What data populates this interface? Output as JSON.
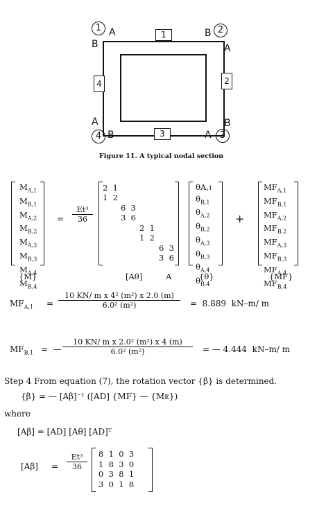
{
  "figure": {
    "circles": [
      "1",
      "2",
      "3",
      "4"
    ],
    "tabs": [
      "1",
      "2",
      "3",
      "4"
    ],
    "letters": {
      "top_left": "A",
      "top_right": "B",
      "left_upper": "B",
      "right_upper": "A",
      "left_lower": "A",
      "right_lower": "B",
      "bottom_left": "B",
      "bottom_right": "A"
    },
    "caption": "Figure 11.  A typical nodal section"
  },
  "eq1": {
    "m_vector": [
      "M",
      "M",
      "M",
      "M",
      "M",
      "M",
      "M",
      "M"
    ],
    "m_subs": [
      "A,1",
      "B,1",
      "A,2",
      "B,2",
      "A,3",
      "B,3",
      "A,4",
      "B,4"
    ],
    "m_label": "{M}",
    "eq": "=",
    "coef_num": "Et³",
    "coef_den": "36",
    "a_rows": [
      "2  1",
      "1  2",
      "6  3",
      "3  6",
      "2  1",
      "1  2",
      "6  3",
      "3  6"
    ],
    "a_label": "[Aθ]",
    "a_label2": "A",
    "theta_vector": [
      "θA,",
      "θ",
      "θ",
      "θ",
      "θ",
      "θ",
      "θ",
      "θ"
    ],
    "theta_subs": [
      "1",
      "B,1",
      "A,2",
      "B,2",
      "A,3",
      "B,3",
      "A,4",
      "B,4"
    ],
    "theta_label": "{θ}",
    "plus": "+",
    "mf_vector": [
      "MF",
      "MF",
      "MF",
      "MF",
      "MF",
      "MF",
      "MF",
      "MF"
    ],
    "mf_subs": [
      "A,1",
      "B,1",
      "A,2",
      "B,2",
      "A,3",
      "B,3",
      "A,4",
      "B,4"
    ],
    "mf_label": "{MF}"
  },
  "mfa": {
    "lhs": "MF",
    "lhs_sub": "A,1",
    "eq": "=",
    "num": "10 KN/ m x 4² (m²) x 2.0 (m)",
    "den": "6.0² (m²)",
    "result": "=  8.889  kN–m/ m"
  },
  "mfb": {
    "lhs": "MF",
    "lhs_sub": "B,1",
    "eq": "=  —",
    "num": "10 KN/ m x 2.0² (m²) x 4 (m)",
    "den": "6.0² (m²)",
    "result": "= — 4.444  kN–m/ m"
  },
  "step4": {
    "text": "Step 4 From equation (7), the rotation vector {β} is determined.",
    "eq": "{β} = — [Aβ]⁻¹ ([AD] {MF} — {Mᴇ})",
    "where": "where",
    "abeta": "[Aβ] = [AD] [Aθ] [AD]ᵀ"
  },
  "final": {
    "lhs": "[Aβ]",
    "eq": "=",
    "coef_num": "Et³",
    "coef_den": "36",
    "rows": [
      "8  1  0  3",
      "1  8  3  0",
      "0  3  8  1",
      "3  0  1  8"
    ]
  }
}
